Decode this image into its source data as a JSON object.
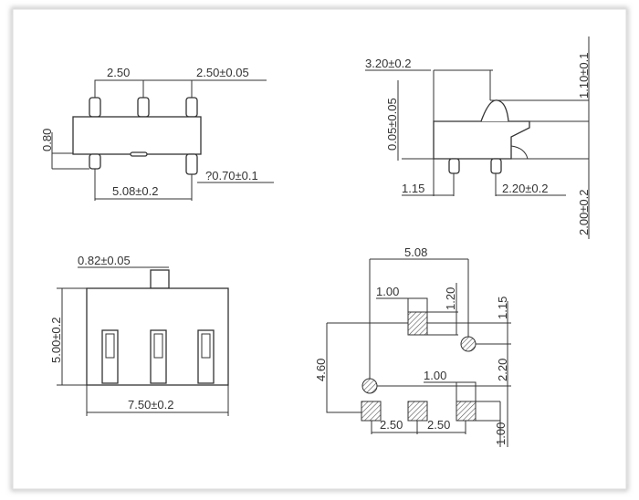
{
  "front_view": {
    "pitch_left": "2.50",
    "pitch_right": "2.50±0.05",
    "height": "0.80",
    "pin_diameter": "?0.70±0.1",
    "pin_span": "5.08±0.2"
  },
  "side_view": {
    "width": "3.20±0.2",
    "gap": "0.05±0.05",
    "actuator_height": "1.10±0.1",
    "pin_length": "2.00±0.2",
    "offset": "1.15",
    "pin_spacing": "2.20±0.2"
  },
  "top_view": {
    "tab_width": "0.82±0.05",
    "body_height": "5.00±0.2",
    "body_width": "7.50±0.2"
  },
  "footprint": {
    "hole_span": "5.08",
    "pad_width_top": "1.00",
    "pad_height_top": "1.20",
    "offset_right": "1.15",
    "vertical_span": "4.60",
    "hole_spacing": "2.20",
    "pad_width_bottom": "1.00",
    "pitch_left": "2.50",
    "pitch_right": "2.50",
    "pad_height_bottom": "1.00"
  },
  "colors": {
    "line": "#333333",
    "frame": "#d8d8d8"
  }
}
